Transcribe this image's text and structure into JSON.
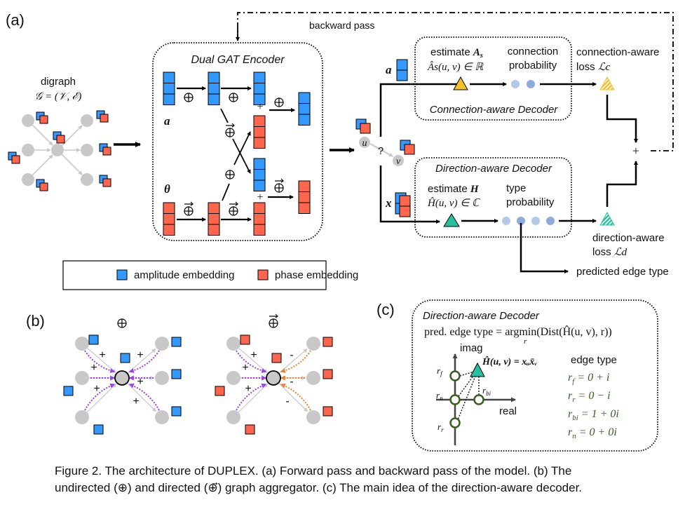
{
  "panel_labels": {
    "a": "(a)",
    "b": "(b)",
    "c": "(c)"
  },
  "backward_pass": "backward pass",
  "input_graph": {
    "title": "digraph",
    "formula": "𝒢 = (𝒱, ℰ)"
  },
  "encoder": {
    "title": "Dual GAT Encoder",
    "amplitude_symbol": "a",
    "phase_symbol": "θ",
    "undirected_op": "⊕",
    "directed_op": "⊕",
    "plus": "+"
  },
  "query": {
    "u": "u",
    "v": "v",
    "question": "?",
    "a_symbol": "a",
    "x_symbol": "x"
  },
  "connection_decoder": {
    "title": "Connection-aware Decoder",
    "estimate_label": "estimate ",
    "estimate_symbol": "A",
    "estimate_sub": "s",
    "estimate_formula": "Âs(u, v) ∈ ℝ",
    "prob_line1": "connection",
    "prob_line2": "probability",
    "num_prob_dots": 2,
    "colors": {
      "triangle": "#f5c026",
      "dot_light": "#b4c7e7",
      "dot_dark": "#8faadc"
    }
  },
  "direction_decoder": {
    "title": "Direction-aware Decoder",
    "estimate_label": "estimate ",
    "estimate_symbol": "H",
    "estimate_formula": "Ĥ(u, v) ∈ ℂ",
    "prob_line1": "type",
    "prob_line2": "probability",
    "num_prob_dots": 4,
    "colors": {
      "triangle": "#26bfa0"
    }
  },
  "losses": {
    "connection_line1": "connection-aware",
    "connection_line2": "loss ",
    "connection_symbol": "ℒc",
    "direction_line1": "direction-aware",
    "direction_line2": "loss ",
    "direction_symbol": "ℒd",
    "sum": "+"
  },
  "predicted_edge_type": "predicted edge type",
  "legend": {
    "items": [
      {
        "label": "amplitude embedding",
        "color": "#3399ff"
      },
      {
        "label": "phase embedding",
        "color": "#ff664d"
      }
    ]
  },
  "panel_b": {
    "undirected": {
      "title": "⊕",
      "signs": [
        "+",
        "+",
        "+",
        "+",
        "+",
        "+"
      ]
    },
    "directed": {
      "title": "⊕",
      "signs": [
        "+",
        "+",
        "+",
        "-",
        "-",
        "-"
      ]
    },
    "colors": {
      "purple": "#9b3ff2",
      "orange": "#f08030",
      "node": "#c8c8c8"
    }
  },
  "panel_c": {
    "title": "Direction-aware Decoder",
    "formula": "pred. edge type =  argmin(Dist(Ĥ(u, v), r))",
    "argmin_sub": "r",
    "axis_imag": "imag",
    "axis_real": "real",
    "h_formula": "Ĥ(u, v)  = xᵤx̄ᵥ",
    "point_labels": {
      "rf": "r",
      "rf_sub": "f",
      "rn": "r",
      "rn_sub": "n",
      "rr": "r",
      "rr_sub": "r",
      "rbi": "r",
      "rbi_sub": "bi"
    },
    "edge_type_title": "edge type",
    "edge_types": [
      {
        "sym": "r",
        "sub": "f",
        "value": " = 0 + i"
      },
      {
        "sym": "r",
        "sub": "r",
        "value": " = 0 − i"
      },
      {
        "sym": "r",
        "sub": "bi",
        "value": " = 1 + 0i"
      },
      {
        "sym": "r",
        "sub": "n",
        "value": " = 0 + 0i"
      }
    ]
  },
  "caption": {
    "line1": "Figure 2. The architecture of DUPLEX. (a) Forward pass and backward pass of the model. (b) The",
    "line2": "undirected (⊕) and directed (⊕⃗) graph aggregator. (c) The main idea of the direction-aware decoder."
  }
}
